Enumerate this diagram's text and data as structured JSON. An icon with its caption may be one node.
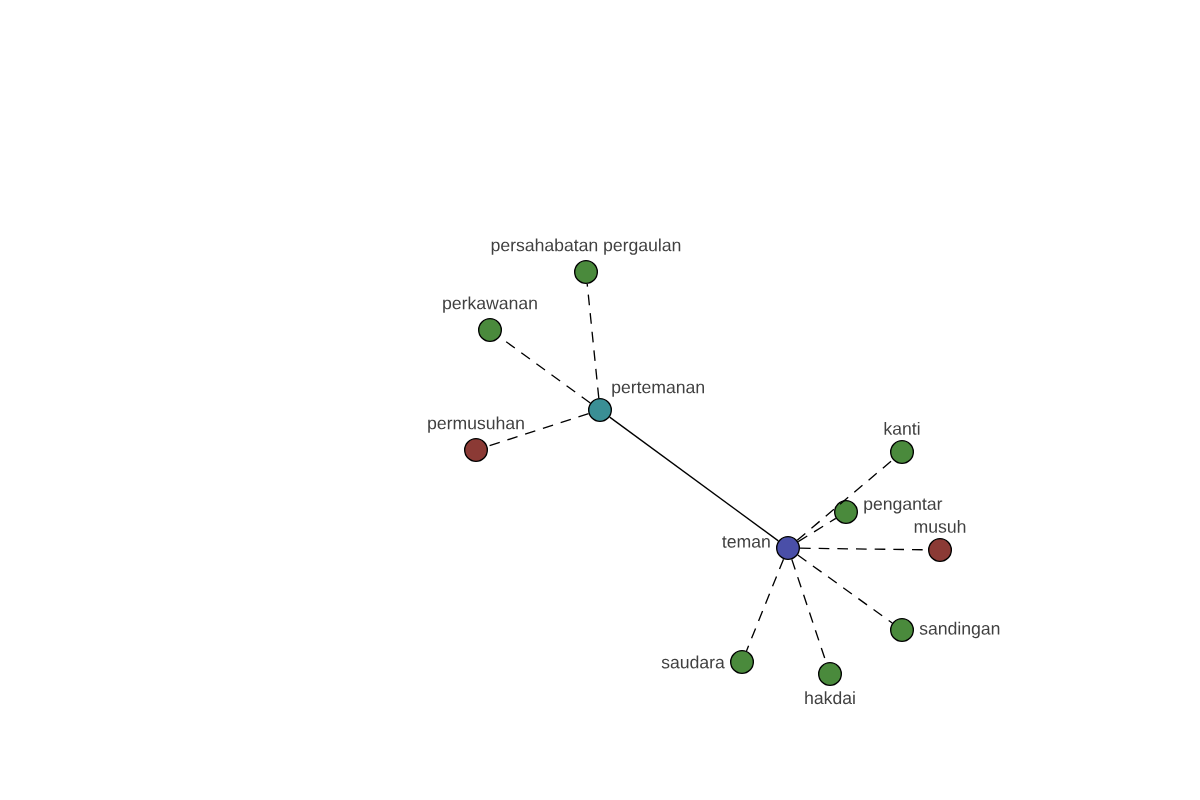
{
  "diagram": {
    "nodes": [
      {
        "text": [
          "persahabatan pergaulan"
        ]
      },
      {
        "text": [
          "perkawanan"
        ]
      },
      {
        "text": [
          "pertemanan"
        ]
      },
      {
        "text": [
          "permusuhan"
        ]
      },
      {
        "text": [
          "kanti"
        ]
      },
      {
        "text": [
          "pengantar"
        ]
      },
      {
        "text": [
          "teman"
        ]
      },
      {
        "text": [
          "musuh"
        ]
      },
      {
        "text": [
          "sandingan"
        ]
      },
      {
        "text": [
          "saudara"
        ]
      },
      {
        "text": [
          "hakdai"
        ]
      }
    ],
    "edges": [
      {
        "from": 2,
        "to": 0,
        "arrow": "none",
        "style": "dashed"
      },
      {
        "from": 2,
        "to": 1,
        "arrow": "none",
        "style": "dashed"
      },
      {
        "from": 2,
        "to": 3,
        "arrow": "none",
        "style": "dashed"
      },
      {
        "from": 2,
        "to": 6,
        "arrow": "none"
      },
      {
        "from": 6,
        "to": 4,
        "arrow": "none",
        "style": "dashed"
      },
      {
        "from": 6,
        "to": 5,
        "arrow": "none",
        "style": "dashed"
      },
      {
        "from": 6,
        "to": 7,
        "arrow": "none",
        "style": "dashed"
      },
      {
        "from": 6,
        "to": 8,
        "arrow": "none",
        "style": "dashed"
      },
      {
        "from": 6,
        "to": 9,
        "arrow": "none",
        "style": "dashed"
      },
      {
        "from": 6,
        "to": 10,
        "arrow": "none",
        "style": "dashed"
      }
    ]
  }
}
